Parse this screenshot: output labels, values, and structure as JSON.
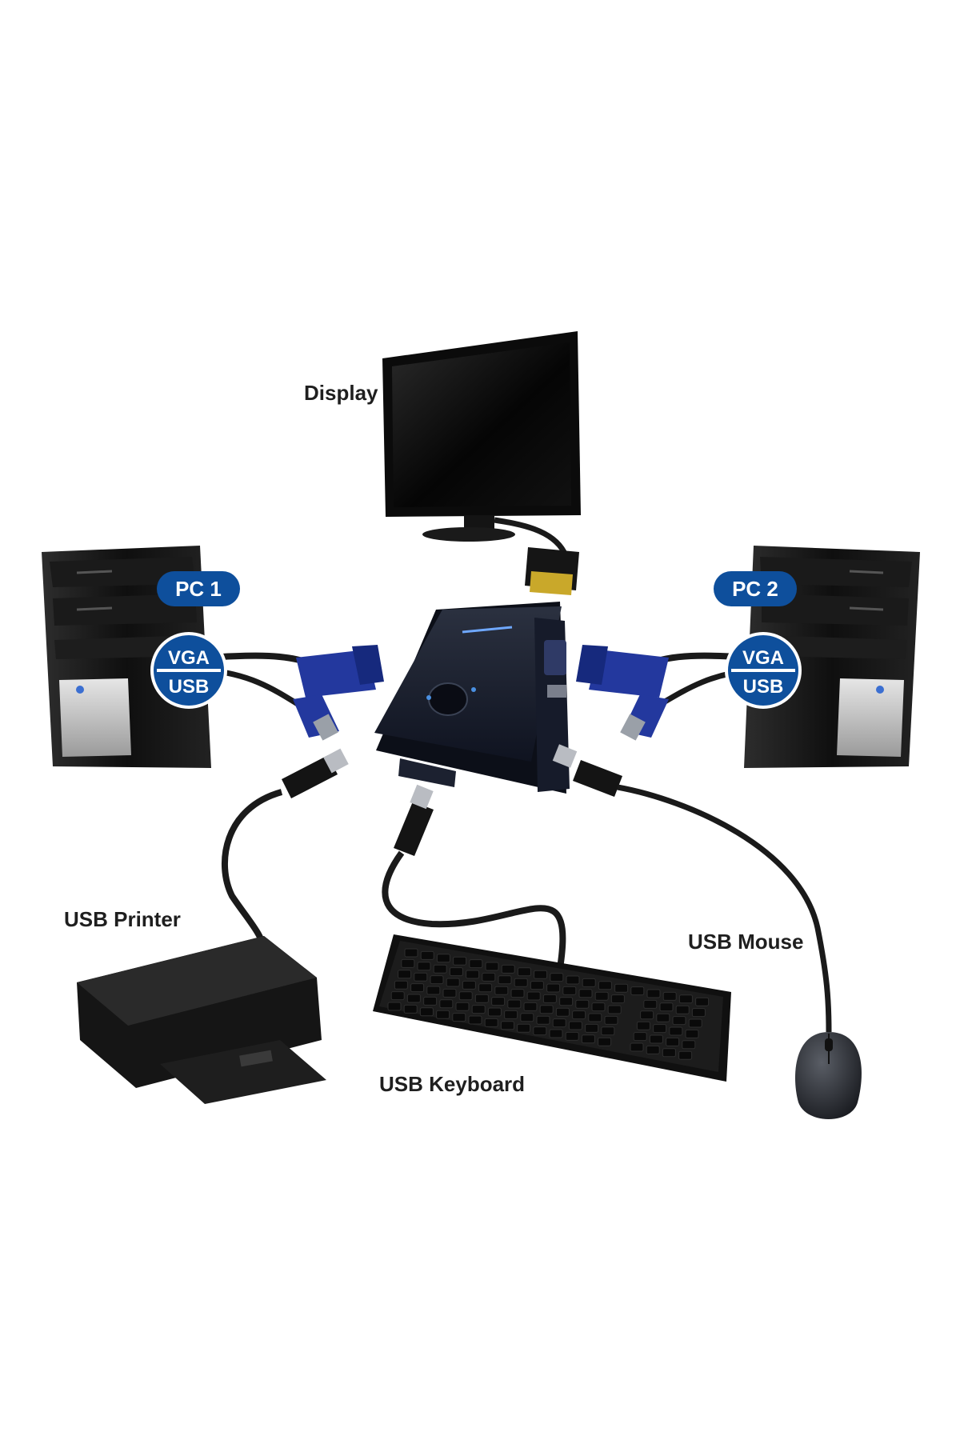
{
  "diagram": {
    "labels": {
      "display": "Display",
      "pc1": "PC 1",
      "pc2": "PC 2",
      "printer": "USB Printer",
      "mouse": "USB Mouse",
      "keyboard": "USB Keyboard"
    },
    "port_badges": {
      "top": "VGA",
      "bottom": "USB"
    },
    "colors": {
      "badge_blue": "#0e4f9c",
      "vga_connector_blue": "#23389e",
      "device_black": "#161616",
      "label_text": "#1f1f1f"
    }
  }
}
